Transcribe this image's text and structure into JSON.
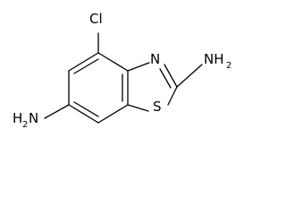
{
  "molecule": {
    "atoms": {
      "cl": "Cl",
      "n_ring": "N",
      "s_ring": "S",
      "nh2_right": {
        "main": "NH",
        "sub": "2"
      },
      "nh2_left": {
        "main": "H",
        "sub": "2",
        "tail": "N"
      }
    }
  }
}
